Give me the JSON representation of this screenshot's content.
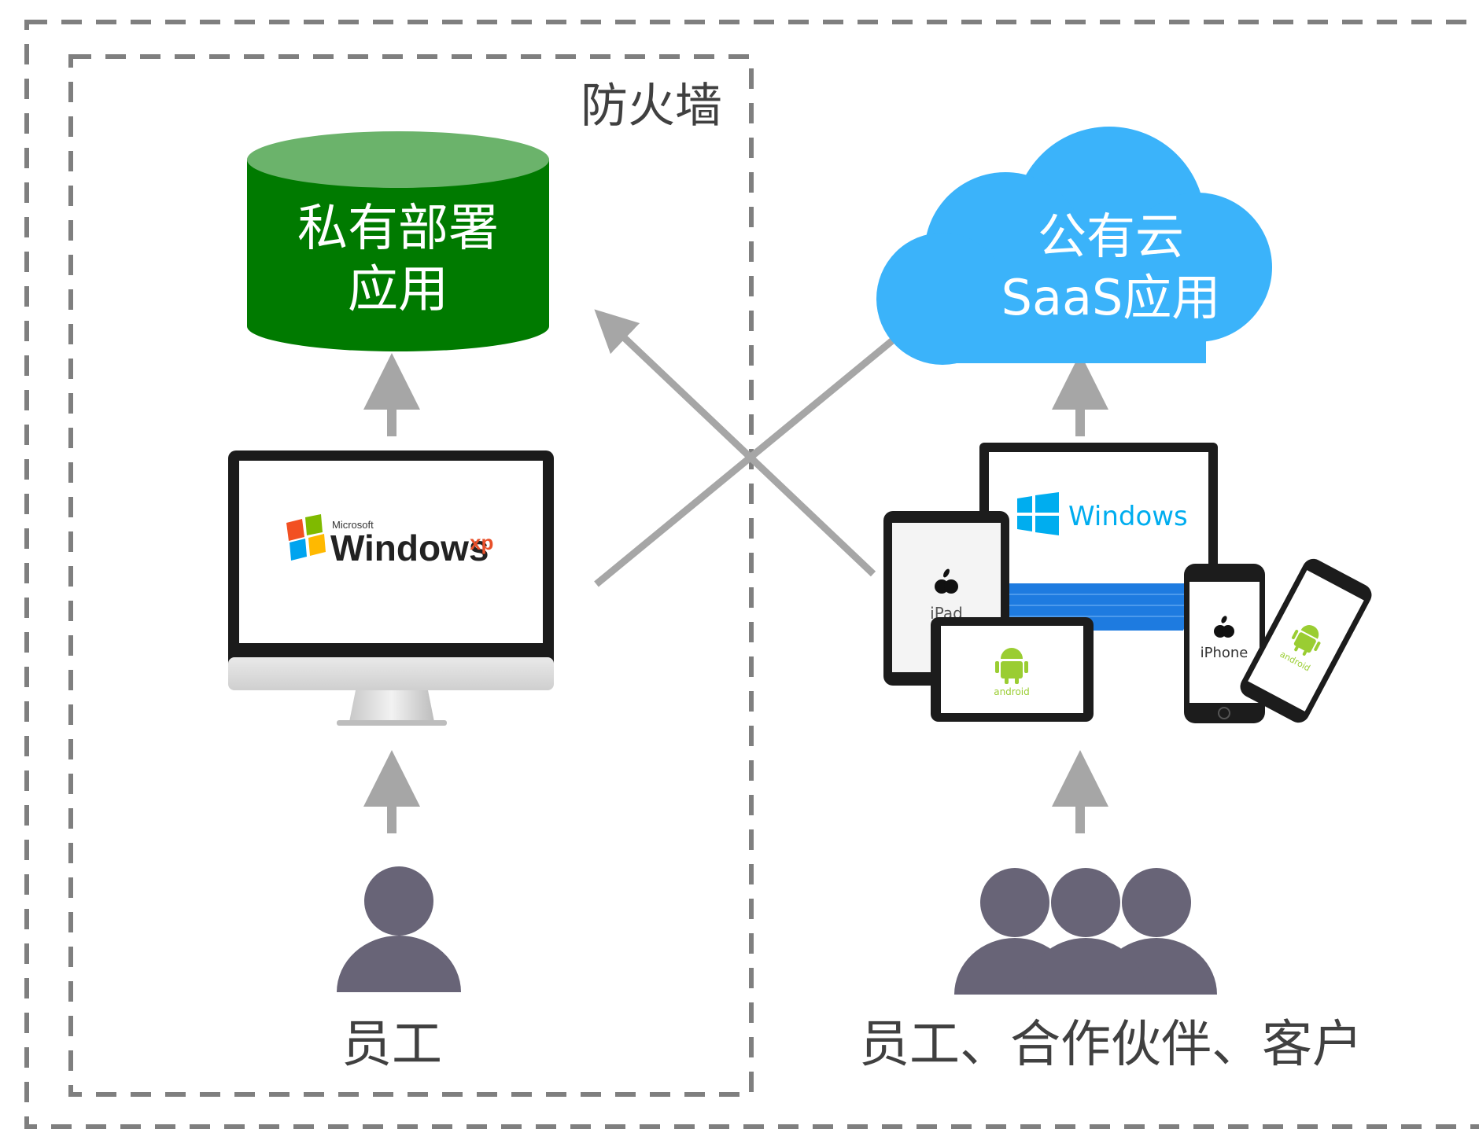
{
  "firewall": {
    "label": "防火墙"
  },
  "private": {
    "line1": "私有部署",
    "line2": "应用",
    "color": "#007A00",
    "top_color": "#6BB36B"
  },
  "cloud": {
    "line1": "公有云",
    "line2": "SaaS应用",
    "color": "#3BB3FA"
  },
  "monitor": {
    "brand_small": "Microsoft",
    "brand": "Windows",
    "edition": "xp"
  },
  "devices": {
    "windows_text": "Windows",
    "ipad": "iPad",
    "iphone": "iPhone",
    "android": "android"
  },
  "users": {
    "left_label": "员工",
    "right_label": "员工、合作伙伴、客户",
    "color": "#686477"
  },
  "colors": {
    "arrow": "#A6A6A6",
    "dash": "#7F7F7F",
    "text": "#404040"
  }
}
